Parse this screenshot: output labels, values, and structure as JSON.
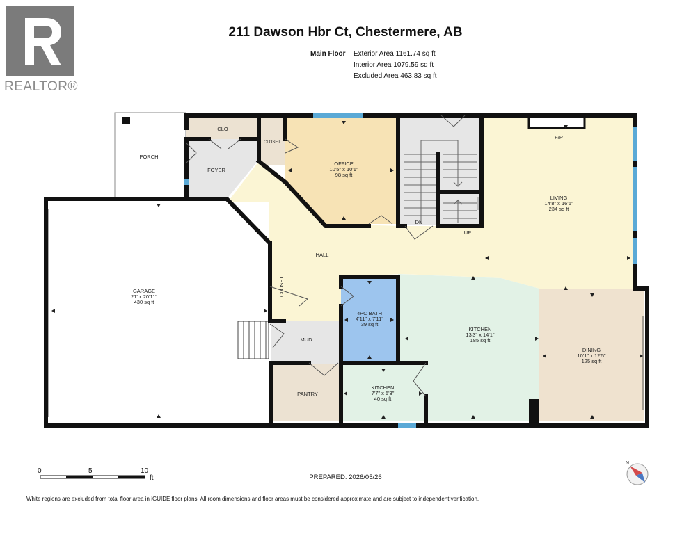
{
  "logo": {
    "text": "REALTOR®"
  },
  "title": "211 Dawson Hbr Ct, Chestermere, AB",
  "areas": {
    "floor": "Main Floor",
    "lines": [
      "Exterior Area 1161.74 sq ft",
      "Interior Area 1079.59 sq ft",
      "Excluded Area 463.83 sq ft"
    ]
  },
  "rooms": {
    "porch": {
      "name": "PORCH"
    },
    "clo": {
      "name": "CLO"
    },
    "foyer": {
      "name": "FOYER"
    },
    "closet_top": {
      "name": "CLOSET"
    },
    "office": {
      "name": "OFFICE",
      "dims": "10'5\" x 10'1\"",
      "area": "98 sq ft"
    },
    "living": {
      "name": "LIVING",
      "dims": "14'8\" x 16'6\"",
      "area": "234 sq ft"
    },
    "fp": {
      "name": "F/P"
    },
    "dn": {
      "name": "DN"
    },
    "up": {
      "name": "UP"
    },
    "hall": {
      "name": "HALL"
    },
    "garage": {
      "name": "GARAGE",
      "dims": "21' x 20'11\"",
      "area": "430 sq ft"
    },
    "closet_hall": {
      "name": "CLOSET"
    },
    "bath": {
      "name": "4PC BATH",
      "dims": "4'11\" x 7'11\"",
      "area": "39 sq ft"
    },
    "kitchen": {
      "name": "KITCHEN",
      "dims": "13'3\" x 14'1\"",
      "area": "185 sq ft"
    },
    "dining": {
      "name": "DINING",
      "dims": "10'1\" x 12'5\"",
      "area": "125 sq ft"
    },
    "mud": {
      "name": "MUD"
    },
    "pantry": {
      "name": "PANTRY"
    },
    "kitchen2": {
      "name": "KITCHEN",
      "dims": "7'7\" x 5'3\"",
      "area": "40 sq ft"
    }
  },
  "scale": {
    "labels": [
      "0",
      "5",
      "10"
    ],
    "unit": "ft"
  },
  "prepared": "PREPARED: 2026/05/26",
  "footnote": "White regions are excluded from total floor area in iGUIDE floor plans. All room dimensions and floor areas must be considered approximate and are subject to independent verification.",
  "compass": {
    "letter": "N"
  },
  "colors": {
    "wall": "#111111",
    "window": "#5aa9d6",
    "office": "#f7e3b5",
    "living": "#fbf5d4",
    "hall": "#fbf5d4",
    "bath": "#9dc5ee",
    "kitchen": "#e2f2e6",
    "dining": "#efe2cf",
    "pantry": "#ece2d2",
    "grey": "#e6e6e6"
  }
}
